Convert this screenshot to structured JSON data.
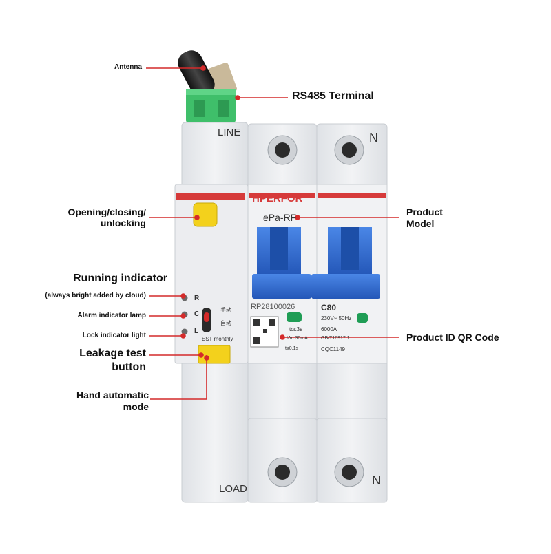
{
  "labels": {
    "antenna": "Antenna",
    "rs485": "RS485 Terminal",
    "open_close_line1": "Opening/closing/",
    "open_close_line2": "unlocking",
    "running_indicator": "Running indicator",
    "running_note": "(always bright added by cloud)",
    "alarm_lamp": "Alarm indicator lamp",
    "lock_light": "Lock indicator light",
    "leakage_line1": "Leakage test",
    "leakage_line2": "button",
    "hand_auto_line1": "Hand automatic",
    "hand_auto_line2": "mode",
    "product_model_line1": "Product",
    "product_model_line2": "Model",
    "product_qr": "Product ID QR Code"
  },
  "device": {
    "top_line": "LINE",
    "bottom_load": "LOAD",
    "neutral_top": "N",
    "neutral_bottom": "N",
    "brand": "HPERFOR",
    "model": "ePa-RF",
    "serial": "RP28100026",
    "rating": "C80",
    "voltage": "230V~ 50Hz",
    "breaking": "6000A",
    "standard": "GB/T16917.1",
    "cert": "CQC1149",
    "leak_current": "IΔn 30mA",
    "trip_time": "t≤0.1s",
    "delay": "tc≤3s",
    "indicator_r": "R",
    "indicator_c": "C",
    "indicator_l": "L",
    "test_monthly": "TEST monthly",
    "manual": "手动",
    "auto": "自动"
  },
  "colors": {
    "callout_red": "#d42a2a",
    "brand_red": "#d63a3a",
    "toggle_blue": "#2f6fd4",
    "terminal_green": "#3fbf6a",
    "test_yellow": "#f3d11c",
    "led_green": "#1f9d55",
    "body_gray": "#e9ebee"
  }
}
